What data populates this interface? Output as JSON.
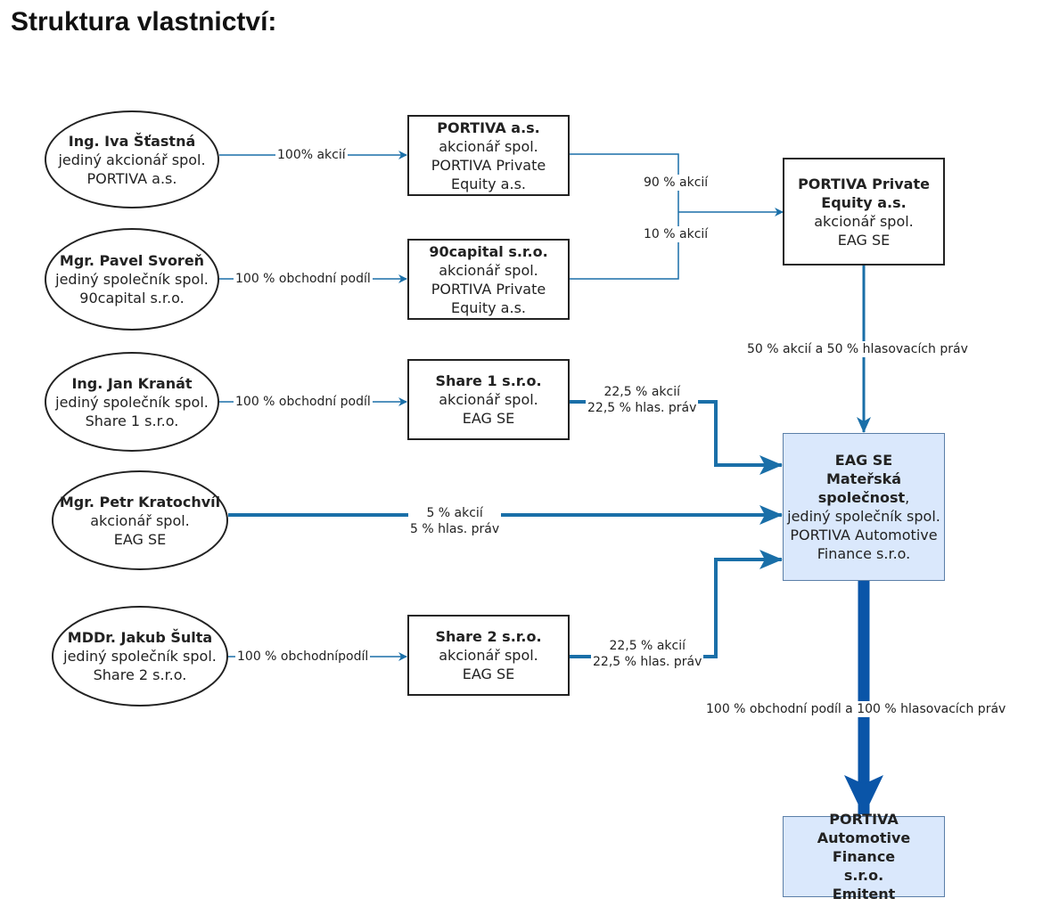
{
  "title": "Struktura vlastnictví:",
  "colors": {
    "arrow": "#1a6fa8",
    "arrow_thick": "#0a55a8",
    "entity_fill": "#dae8fc",
    "entity_border": "#5b7fa8"
  },
  "persons": [
    {
      "name": "Ing. Iva Šťastná",
      "role": "jediný akcionář spol.",
      "company": "PORTIVA a.s."
    },
    {
      "name": "Mgr. Pavel Svoreň",
      "role": "jediný společník spol.",
      "company": "90capital s.r.o."
    },
    {
      "name": "Ing. Jan Kranát",
      "role": "jediný společník spol.",
      "company": "Share 1 s.r.o."
    },
    {
      "name": "Mgr. Petr Kratochvíl",
      "role": "akcionář spol.",
      "company": "EAG SE"
    },
    {
      "name": "MDDr. Jakub Šulta",
      "role": "jediný společník spol.",
      "company": "Share 2 s.r.o."
    }
  ],
  "companies": {
    "portiva_as": {
      "name": "PORTIVA a.s.",
      "line1": "akcionář spol.",
      "line2": "PORTIVA Private",
      "line3": "Equity a.s."
    },
    "capital90": {
      "name": "90capital s.r.o.",
      "line1": "akcionář spol.",
      "line2": "PORTIVA Private",
      "line3": "Equity a.s."
    },
    "share1": {
      "name": "Share 1 s.r.o.",
      "line1": "akcionář spol.",
      "line2": "EAG SE"
    },
    "share2": {
      "name": "Share 2 s.r.o.",
      "line1": "akcionář spol.",
      "line2": "EAG SE"
    },
    "pe": {
      "name1": "PORTIVA Private",
      "name2": "Equity a.s.",
      "line1": "akcionář spol.",
      "line2": "EAG SE"
    },
    "eag": {
      "name1": "EAG SE",
      "name2": "Mateřská",
      "name3": "společnost",
      "suffix": ",",
      "line1": "jediný společník spol.",
      "line2": "PORTIVA Automotive",
      "line3": "Finance s.r.o."
    },
    "emitent": {
      "line1": "PORTIVA",
      "line2": "Automotive Finance",
      "line3": "s.r.o.",
      "line4": "Emitent"
    }
  },
  "edges": {
    "iva": "100% akcií",
    "pavel": "100 % obchodní podíl",
    "jan": "100 % obchodní podíl",
    "petr_1": "5 % akcií",
    "petr_2": "5 % hlas. práv",
    "jakub": "100 % obchodnípodíl",
    "portiva_as": "90 % akcií",
    "capital90": "10 % akcií",
    "share1_1": "22,5 % akcií",
    "share1_2": "22,5 % hlas. práv",
    "share2_1": "22,5 % akcií",
    "share2_2": "22,5 % hlas. práv",
    "pe_eag": "50 % akcií a 50 % hlasovacích práv",
    "eag_emitent": "100 % obchodní podíl a 100 % hlasovacích práv"
  }
}
